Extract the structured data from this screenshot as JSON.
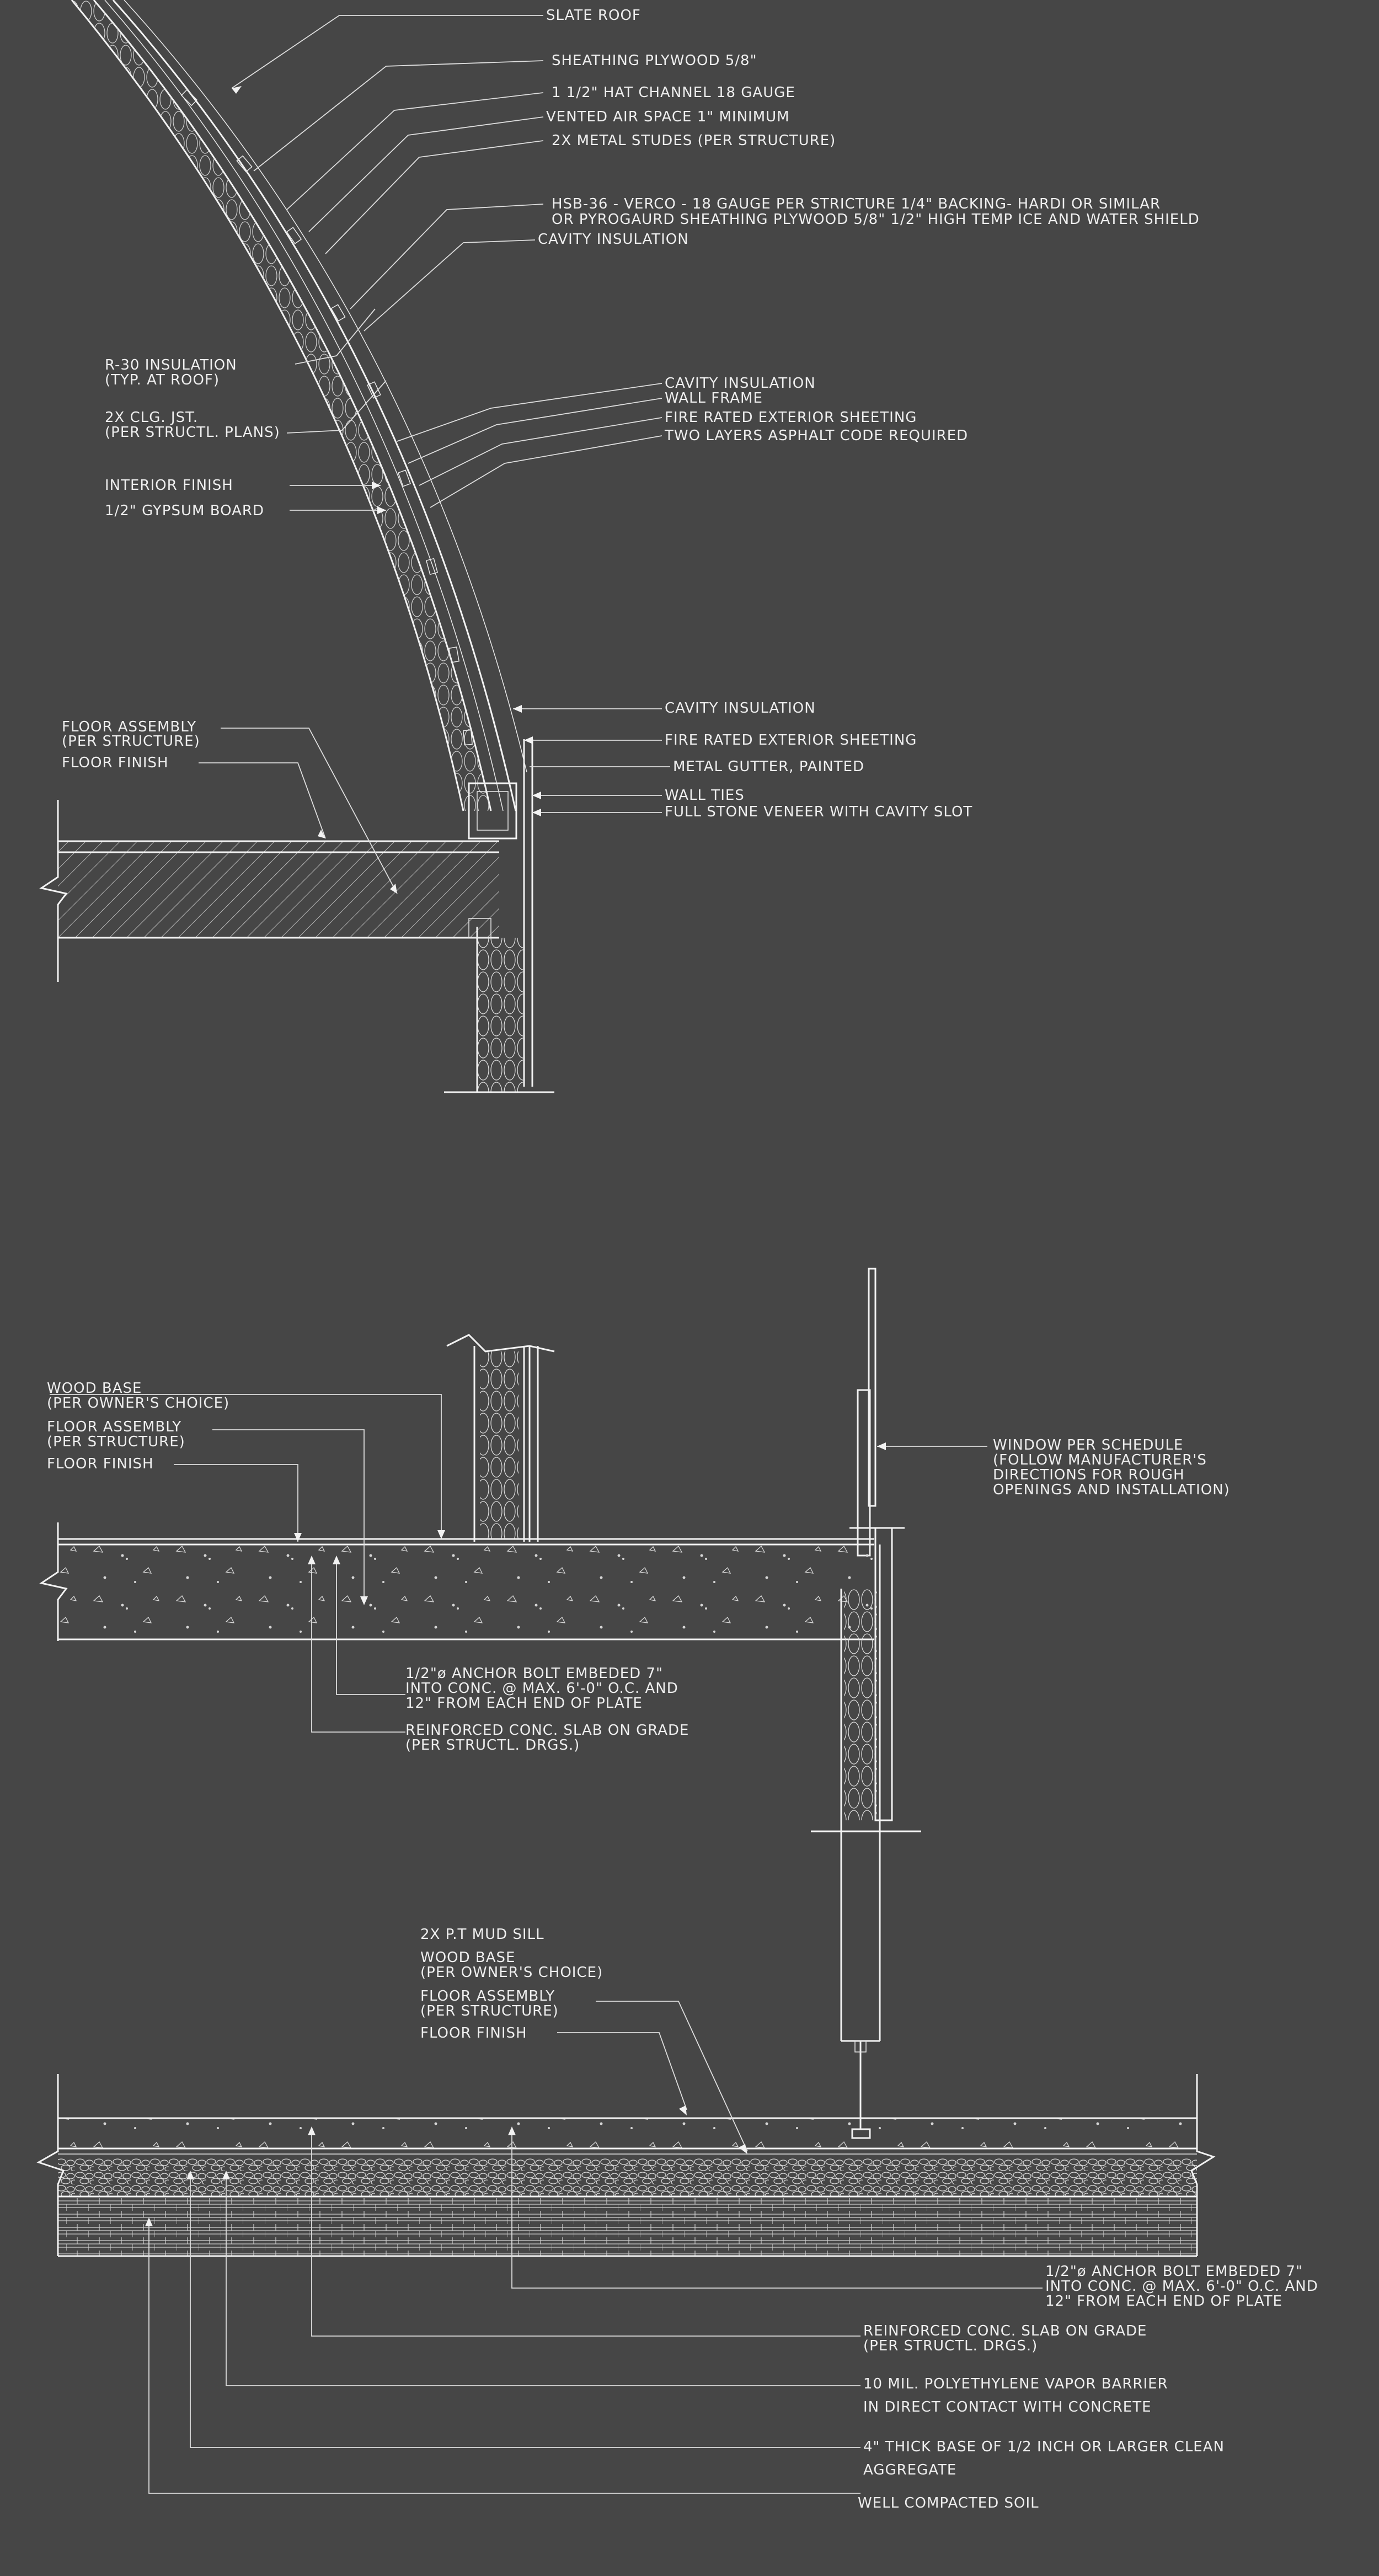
{
  "roof_section": {
    "labels": [
      "SLATE ROOF",
      "SHEATHING PLYWOOD 5/8\"",
      "1 1/2\" HAT CHANNEL 18 GAUGE",
      "VENTED AIR SPACE 1\" MINIMUM",
      "2X METAL STUDES (PER STRUCTURE)",
      "HSB-36 - VERCO - 18 GAUGE PER STRICTURE  1/4\" BACKING- HARDI OR SIMILAR",
      "OR PYROGAURD SHEATHING PLYWOOD 5/8\"   1/2\" HIGH TEMP ICE AND WATER SHIELD",
      "CAVITY INSULATION",
      "R-30 INSULATION",
      "(TYP. AT ROOF)",
      "2X CLG. JST.",
      "(PER STRUCTL. PLANS)",
      "CAVITY INSULATION",
      "WALL FRAME",
      "FIRE RATED EXTERIOR SHEETING",
      "TWO LAYERS ASPHALT CODE REQUIRED",
      "INTERIOR FINISH",
      "1/2\" GYPSUM BOARD",
      "FLOOR ASSEMBLY",
      "(PER STRUCTURE)",
      "FLOOR FINISH",
      "CAVITY INSULATION",
      "FIRE RATED EXTERIOR SHEETING",
      "METAL GUTTER, PAINTED",
      "WALL TIES",
      "FULL STONE VENEER WITH CAVITY SLOT"
    ]
  },
  "floor_section": {
    "labels": [
      "WOOD BASE",
      "(PER OWNER'S CHOICE)",
      "FLOOR ASSEMBLY",
      "(PER STRUCTURE)",
      "FLOOR FINISH",
      "WINDOW PER SCHEDULE",
      "(FOLLOW MANUFACTURER'S",
      "DIRECTIONS FOR ROUGH",
      "OPENINGS AND INSTALLATION)",
      "1/2\"ø ANCHOR BOLT EMBEDED 7\"",
      "INTO CONC. @ MAX. 6'-0\" O.C. AND",
      "12\" FROM EACH END OF PLATE",
      "REINFORCED CONC. SLAB ON GRADE",
      "(PER STRUCTL. DRGS.)"
    ]
  },
  "slab_section": {
    "labels": [
      "2X P.T MUD SILL",
      "WOOD BASE",
      "(PER OWNER'S CHOICE)",
      "FLOOR ASSEMBLY",
      "(PER STRUCTURE)",
      "FLOOR FINISH",
      "1/2\"ø ANCHOR BOLT EMBEDED 7\"",
      "INTO CONC. @ MAX. 6'-0\" O.C. AND",
      "12\" FROM EACH END OF PLATE",
      "REINFORCED CONC. SLAB ON GRADE",
      "(PER STRUCTL. DRGS.)",
      "10 MIL. POLYETHYLENE VAPOR BARRIER",
      "IN DIRECT CONTACT WITH CONCRETE",
      "4\" THICK BASE OF 1/2 INCH OR LARGER CLEAN",
      "AGGREGATE",
      "WELL COMPACTED SOIL"
    ]
  }
}
